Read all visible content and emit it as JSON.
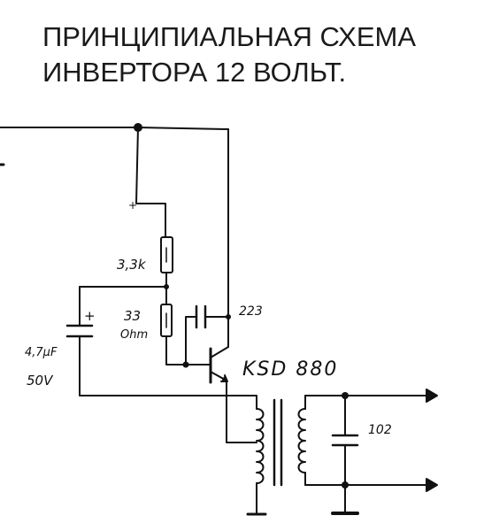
{
  "title": {
    "line1": "ПРИНЦИПИАЛЬНАЯ СХЕМА",
    "line2": "ИНВЕРТОРА 12 ВОЛЬТ."
  },
  "components": {
    "r_upper_value": "3,3k",
    "r_lower_value": "33",
    "r_lower_unit": "Ohm",
    "cap_left_value": "4,7μF",
    "cap_left_voltage": "50V",
    "cap_left_polarity": "+",
    "cap_feedback_value": "223",
    "transistor": "KSD 880",
    "cap_output_value": "102",
    "bias_polarity": "+"
  },
  "colors": {
    "ink": "#111111",
    "paper": "#ffffff"
  }
}
